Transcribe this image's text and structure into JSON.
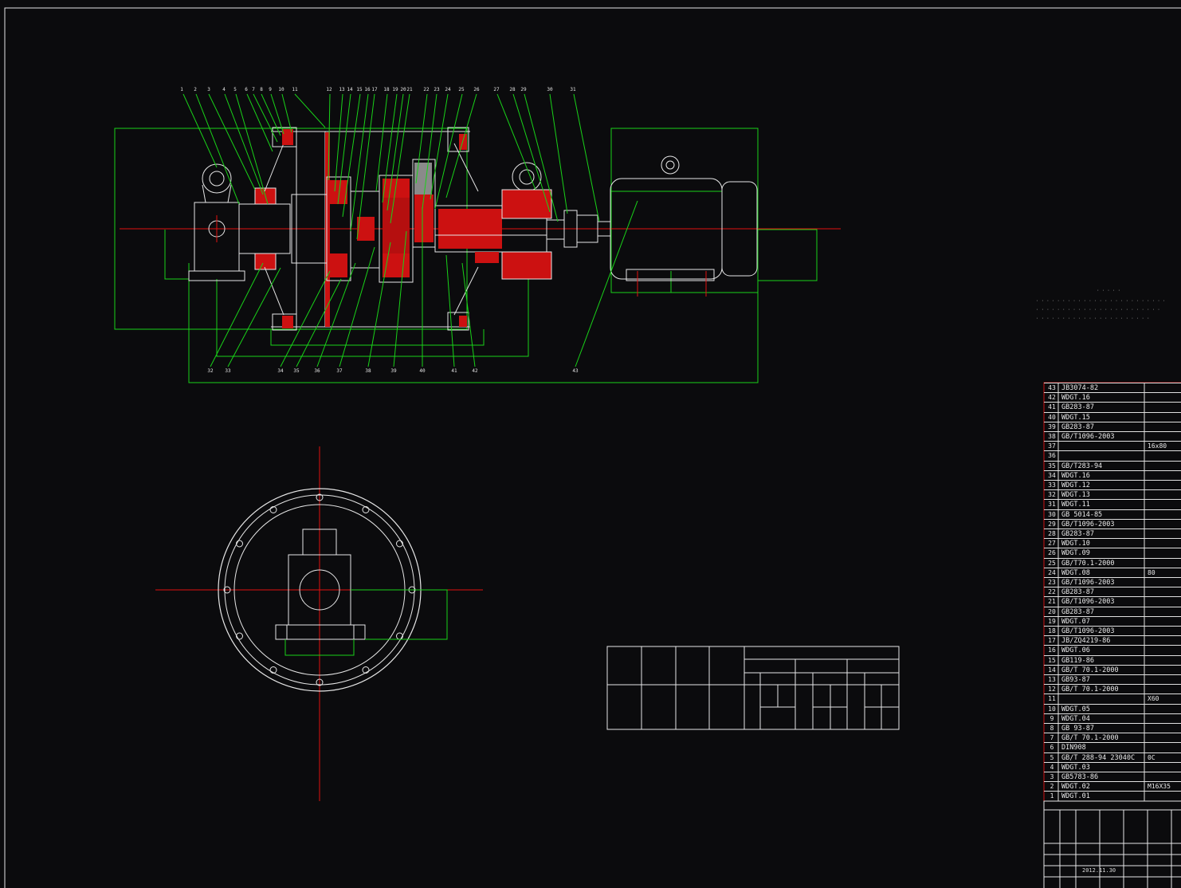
{
  "colors": {
    "background": "#0b0b0d",
    "frame": "#e6e6e6",
    "dimension": "#19d219",
    "centerline": "#e01010",
    "section_fill": "#cc1111",
    "bom_border": "#cc1111"
  },
  "section_view": {
    "leader_numbers_top": [
      "1",
      "2",
      "3",
      "4",
      "5",
      "6",
      "7",
      "8",
      "9",
      "10",
      "11",
      "12",
      "13",
      "14",
      "15",
      "16",
      "17",
      "18",
      "19",
      "20",
      "21",
      "22",
      "23",
      "24",
      "25",
      "26",
      "27",
      "28",
      "29",
      "30",
      "31"
    ],
    "leader_numbers_bottom": [
      "32",
      "33",
      "34",
      "35",
      "36",
      "37",
      "38",
      "39",
      "40",
      "41",
      "42",
      "43"
    ]
  },
  "bom": [
    {
      "no": "43",
      "code": "JB3074-82",
      "name": ""
    },
    {
      "no": "42",
      "code": "WDGT.16",
      "name": ""
    },
    {
      "no": "41",
      "code": "GB283-87",
      "name": ""
    },
    {
      "no": "40",
      "code": "WDGT.15",
      "name": ""
    },
    {
      "no": "39",
      "code": "GB283-87",
      "name": ""
    },
    {
      "no": "38",
      "code": "GB/T1096-2003",
      "name": ""
    },
    {
      "no": "37",
      "code": "",
      "name": "16x80"
    },
    {
      "no": "36",
      "code": "",
      "name": ""
    },
    {
      "no": "35",
      "code": "GB/T283-94",
      "name": ""
    },
    {
      "no": "34",
      "code": "WDGT.16",
      "name": ""
    },
    {
      "no": "33",
      "code": "WDGT.12",
      "name": ""
    },
    {
      "no": "32",
      "code": "WDGT.13",
      "name": ""
    },
    {
      "no": "31",
      "code": "WDGT.11",
      "name": ""
    },
    {
      "no": "30",
      "code": "GB 5014-85",
      "name": ""
    },
    {
      "no": "29",
      "code": "GB/T1096-2003",
      "name": ""
    },
    {
      "no": "28",
      "code": "GB283-87",
      "name": ""
    },
    {
      "no": "27",
      "code": "WDGT.10",
      "name": ""
    },
    {
      "no": "26",
      "code": "WDGT.09",
      "name": ""
    },
    {
      "no": "25",
      "code": "GB/T70.1-2000",
      "name": ""
    },
    {
      "no": "24",
      "code": "WDGT.08",
      "name": "80"
    },
    {
      "no": "23",
      "code": "GB/T1096-2003",
      "name": ""
    },
    {
      "no": "22",
      "code": "GB283-87",
      "name": ""
    },
    {
      "no": "21",
      "code": "GB/T1096-2003",
      "name": ""
    },
    {
      "no": "20",
      "code": "GB283-87",
      "name": ""
    },
    {
      "no": "19",
      "code": "WDGT.07",
      "name": ""
    },
    {
      "no": "18",
      "code": "GB/T1096-2003",
      "name": ""
    },
    {
      "no": "17",
      "code": "JB/ZQ4219-86",
      "name": ""
    },
    {
      "no": "16",
      "code": "WDGT.06",
      "name": ""
    },
    {
      "no": "15",
      "code": "GB119-86",
      "name": ""
    },
    {
      "no": "14",
      "code": "GB/T 70.1-2000",
      "name": ""
    },
    {
      "no": "13",
      "code": "GB93-87",
      "name": ""
    },
    {
      "no": "12",
      "code": "GB/T 70.1-2000",
      "name": ""
    },
    {
      "no": "11",
      "code": "",
      "name": "X60"
    },
    {
      "no": "10",
      "code": "WDGT.05",
      "name": ""
    },
    {
      "no": "9",
      "code": "WDGT.04",
      "name": ""
    },
    {
      "no": "8",
      "code": "GB 93-87",
      "name": ""
    },
    {
      "no": "7",
      "code": "GB/T 70.1-2000",
      "name": ""
    },
    {
      "no": "6",
      "code": "DIN908",
      "name": ""
    },
    {
      "no": "5",
      "code": "GB/T 288-94 23040C",
      "name": "0C"
    },
    {
      "no": "4",
      "code": "WDGT.03",
      "name": ""
    },
    {
      "no": "3",
      "code": "GB5783-86",
      "name": ""
    },
    {
      "no": "2",
      "code": "WDGT.02",
      "name": "M16X35"
    },
    {
      "no": "1",
      "code": "WDGT.01",
      "name": ""
    }
  ],
  "title_block": {
    "date": "2012.11.30"
  }
}
